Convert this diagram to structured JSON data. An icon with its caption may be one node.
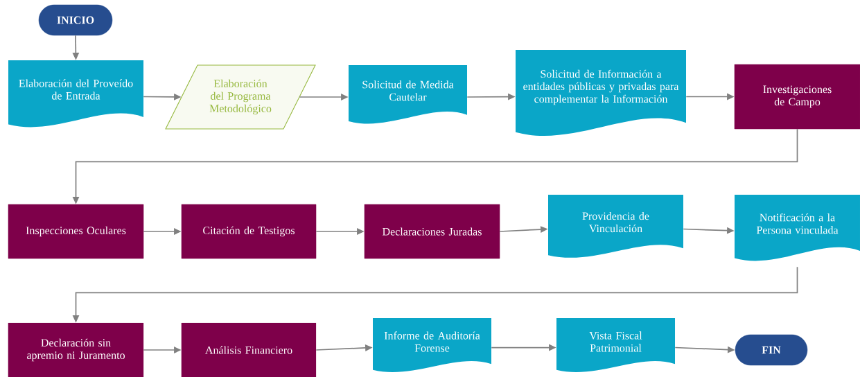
{
  "diagram": {
    "nodes": [
      {
        "text": [
          "INICIO"
        ]
      },
      {
        "text": [
          "Elaboración del Proveído de Entrada"
        ]
      },
      {
        "text": [
          "Elaboración del Programa Metodológico"
        ]
      },
      {
        "text": [
          "Solicitud de Medida Cautelar"
        ]
      },
      {
        "text": [
          "Solicitud de Información a entidades públicas y privadas para complementar la Información"
        ]
      },
      {
        "text": [
          "Investigaciones de Campo"
        ]
      },
      {
        "text": [
          "Inspecciones Oculares"
        ]
      },
      {
        "text": [
          "Citación de Testigos"
        ]
      },
      {
        "text": [
          "Declaraciones Juradas"
        ]
      },
      {
        "text": [
          "Providencia de Vinculación"
        ]
      },
      {
        "text": [
          "Notificación a la Persona vinculada"
        ]
      },
      {
        "text": [
          "Declaración sin apremio ni Juramento"
        ]
      },
      {
        "text": [
          "Análisis Financiero"
        ]
      },
      {
        "text": [
          "Informe de Auditoría Forense"
        ]
      },
      {
        "text": [
          "Vista Fiscal Patrimonial"
        ]
      },
      {
        "text": [
          "FIN"
        ]
      }
    ],
    "edges": [
      {
        "from": 0,
        "to": 1,
        "arrow": "to"
      },
      {
        "from": 1,
        "to": 2,
        "arrow": "to"
      },
      {
        "from": 2,
        "to": 3,
        "arrow": "to"
      },
      {
        "from": 3,
        "to": 4,
        "arrow": "to"
      },
      {
        "from": 4,
        "to": 5,
        "arrow": "to"
      },
      {
        "from": 5,
        "to": 6,
        "arrow": "to"
      },
      {
        "from": 6,
        "to": 7,
        "arrow": "to"
      },
      {
        "from": 7,
        "to": 8,
        "arrow": "to"
      },
      {
        "from": 8,
        "to": 9,
        "arrow": "to"
      },
      {
        "from": 9,
        "to": 10,
        "arrow": "to"
      },
      {
        "from": 10,
        "to": 11,
        "arrow": "to"
      },
      {
        "from": 11,
        "to": 12,
        "arrow": "to"
      },
      {
        "from": 12,
        "to": 13,
        "arrow": "to"
      },
      {
        "from": 13,
        "to": 14,
        "arrow": "to"
      },
      {
        "from": 14,
        "to": 15,
        "arrow": "to"
      }
    ]
  }
}
